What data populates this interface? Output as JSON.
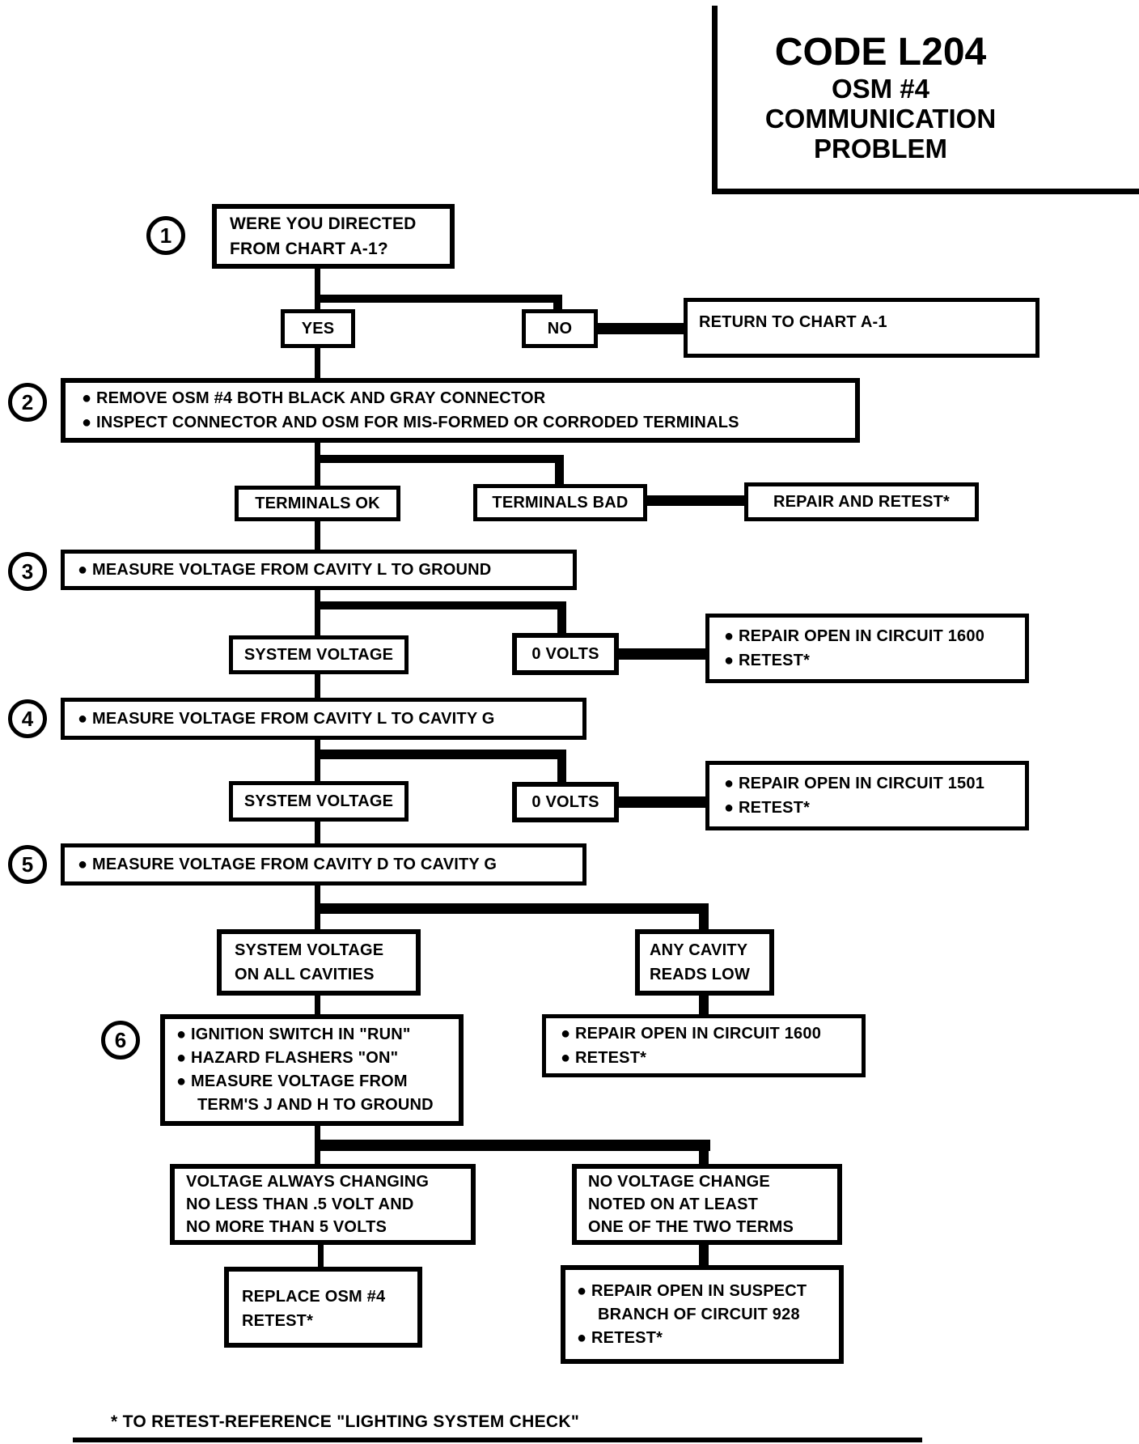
{
  "title": {
    "code": "CODE L204",
    "sub1": "OSM #4",
    "sub2": "COMMUNICATION",
    "sub3": "PROBLEM"
  },
  "steps": {
    "s1": {
      "num": "1",
      "line1": "WERE YOU DIRECTED",
      "line2": "FROM CHART A-1?"
    },
    "s2": {
      "num": "2",
      "line1": "● REMOVE OSM #4 BOTH BLACK AND GRAY CONNECTOR",
      "line2": "● INSPECT CONNECTOR AND OSM FOR MIS-FORMED OR CORRODED TERMINALS"
    },
    "s3": {
      "num": "3",
      "line1": "● MEASURE VOLTAGE FROM CAVITY L TO GROUND"
    },
    "s4": {
      "num": "4",
      "line1": "● MEASURE VOLTAGE FROM CAVITY L TO CAVITY G"
    },
    "s5": {
      "num": "5",
      "line1": "● MEASURE VOLTAGE FROM CAVITY D TO CAVITY G"
    },
    "s6": {
      "num": "6",
      "line1": "● IGNITION SWITCH IN \"RUN\"",
      "line2": "● HAZARD FLASHERS \"ON\"",
      "line3": "● MEASURE VOLTAGE FROM",
      "line4": "TERM'S J AND H TO GROUND"
    }
  },
  "nodes": {
    "yes": "YES",
    "no": "NO",
    "return_chart": "RETURN TO CHART A-1",
    "terminals_ok": "TERMINALS OK",
    "terminals_bad": "TERMINALS BAD",
    "repair_and_retest": "REPAIR AND RETEST*",
    "system_voltage": "SYSTEM VOLTAGE",
    "zero_volts": "0 VOLTS",
    "repair_1600": {
      "line1": "● REPAIR OPEN IN CIRCUIT 1600",
      "line2": "● RETEST*"
    },
    "repair_1501": {
      "line1": "● REPAIR OPEN IN CIRCUIT 1501",
      "line2": "● RETEST*"
    },
    "sv_all_cavities": {
      "line1": "SYSTEM VOLTAGE",
      "line2": "ON ALL CAVITIES"
    },
    "any_cavity": {
      "line1": "ANY CAVITY",
      "line2": "READS LOW"
    },
    "voltage_changing": {
      "line1": "VOLTAGE ALWAYS CHANGING",
      "line2": "NO LESS THAN .5 VOLT AND",
      "line3": "NO MORE THAN 5 VOLTS"
    },
    "no_voltage_change": {
      "line1": "NO VOLTAGE CHANGE",
      "line2": "NOTED ON AT LEAST",
      "line3": "ONE OF THE TWO TERMS"
    },
    "replace_osm": {
      "line1": "REPLACE OSM #4",
      "line2": "RETEST*"
    },
    "repair_928": {
      "line1": "● REPAIR OPEN IN SUSPECT",
      "line2": "BRANCH OF CIRCUIT 928",
      "line3": "● RETEST*"
    }
  },
  "footer": {
    "note": "* TO RETEST-REFERENCE \"LIGHTING SYSTEM CHECK\""
  }
}
